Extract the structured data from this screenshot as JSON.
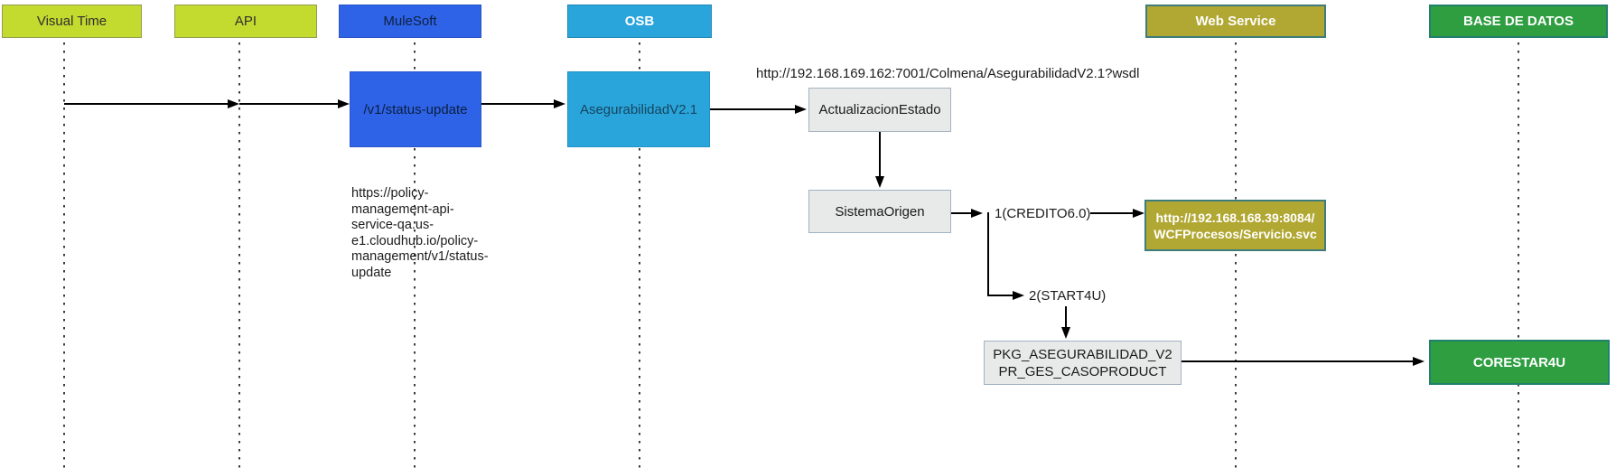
{
  "diagram": {
    "type": "sequence-flow",
    "lanes": [
      {
        "id": "visual-time",
        "label": "Visual Time",
        "fill": "#c3da2f",
        "text_color": "#2f2f2f"
      },
      {
        "id": "api",
        "label": "API",
        "fill": "#c3da2f",
        "text_color": "#2f2f2f"
      },
      {
        "id": "mulesoft",
        "label": "MuleSoft",
        "fill": "#2e63e7",
        "text_color": "#0d2140"
      },
      {
        "id": "osb",
        "label": "OSB",
        "fill": "#2aa5dc",
        "text_color": "#ffffff"
      },
      {
        "id": "web-service",
        "label": "Web Service",
        "fill": "#b1a733",
        "text_color": "#ffffff"
      },
      {
        "id": "base-de-datos",
        "label": "BASE DE DATOS",
        "fill": "#2f9e41",
        "text_color": "#ffffff"
      }
    ],
    "nodes": {
      "status_update": {
        "label": "/v1/status-update",
        "fill": "#2e63e7"
      },
      "asegurabilidad": {
        "label": "AsegurabilidadV2.1",
        "fill": "#2aa5dc"
      },
      "actualizacion_estado": {
        "label": "ActualizacionEstado",
        "fill": "#e8eaea"
      },
      "sistema_origen": {
        "label": "SistemaOrigen",
        "fill": "#e8eaea"
      },
      "wcf_service": {
        "label": "http://192.168.168.39:8084/\nWCFProcesos/Servicio.svc",
        "fill": "#b1a733"
      },
      "pkg_procedure": {
        "label": "PKG_ASEGURABILIDAD_V2\nPR_GES_CASOPRODUCT",
        "fill": "#e8eaea"
      },
      "corestar4u": {
        "label": "CORESTAR4U",
        "fill": "#2f9e41"
      }
    },
    "annotations": {
      "wsdl_url": "http://192.168.169.162:7001/Colmena/AsegurabilidadV2.1?wsdl",
      "cloudhub_url": "https://policy-\nmanagement-api-\nservice-qa.us-\ne1.cloudhub.io/policy-\nmanagement/v1/status-\nupdate",
      "call_1": "1(CREDITO6.0)",
      "call_2": "2(START4U)"
    },
    "colors": {
      "background": "#ffffff",
      "arrow": "#000000",
      "lifeline_dot": "#3a3a3a",
      "gray_node_border": "#a2b1c0",
      "teal_border": "#22806f"
    }
  }
}
